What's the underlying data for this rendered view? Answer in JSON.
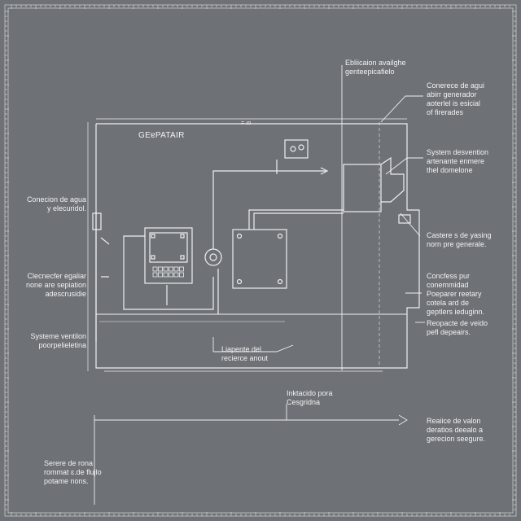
{
  "colors": {
    "background": "#6e7175",
    "line": "#eef0f2",
    "text": "#f2f3f4"
  },
  "title": "GEɐPATAIR",
  "dimension_text": "= ɹo",
  "labels": {
    "top_note": "Ebliicaion availghe\ngenteepicafielo",
    "right_1": "Conerece de agui\nabirr generador\naoterlel is esicial\nof firerades",
    "right_2": "System desvention\nartenante enmere\nthel domelone",
    "right_3": "Castere s de yasing\nnorn pre generale.",
    "right_4": "Concfess pur\nconemmidad\nPoeparer reetary\ncotela ard de\ngeptlers ieduginn.",
    "right_5": "Reopacte de veido\npefl depeairs.",
    "right_6": "Reaiice de valon\nderatios deealo a\ngerecion seegure.",
    "left_1": "Conecion de agua\ny elecuridol.",
    "left_2": "Clecnecfer egaliar\nnone are sepiation\nadescrusidie",
    "left_3": "Systeme ventilon\npoorpelieletina",
    "left_4": "Serere de rona\nrommat ɛ.de flujlo\npotame nons.",
    "mid_1": "Liapente del\nrecierce anout",
    "mid_2": "Inktacido pora\nCesgridna"
  }
}
